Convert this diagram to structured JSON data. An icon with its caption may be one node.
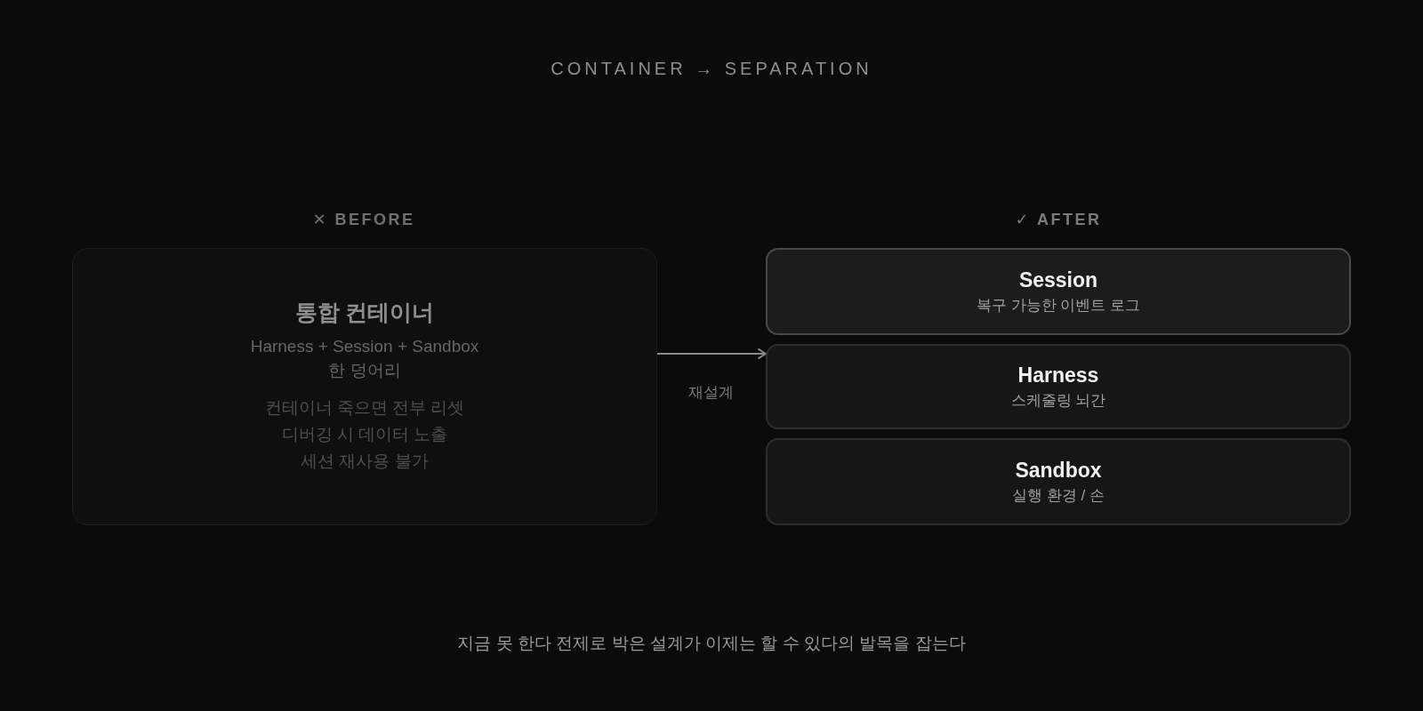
{
  "diagram": {
    "title": "CONTAINER → SEPARATION",
    "caption": "지금 못 한다 전제로 박은 설계가 이제는 할 수 있다의 발목을 잡는다",
    "nodes": [
      {
        "text": [
          "통합 컨테이너",
          "Harness + Session + Sandbox 한 덩어리",
          "컨테이너 죽으면 전부 리셋",
          "디버깅 시 데이터 노출",
          "세션 재사용 불가"
        ]
      },
      {
        "text": [
          "Session",
          "복구 가능한 이벤트 로그"
        ]
      },
      {
        "text": [
          "Harness",
          "스케줄링 뇌간"
        ]
      },
      {
        "text": [
          "Sandbox",
          "실행 환경 / 손"
        ]
      }
    ],
    "edges": [
      {
        "from": 0,
        "to": 2,
        "arrow": "to",
        "label": "재설계"
      }
    ],
    "labels": [
      "✕ BEFORE",
      "✓ AFTER"
    ]
  }
}
